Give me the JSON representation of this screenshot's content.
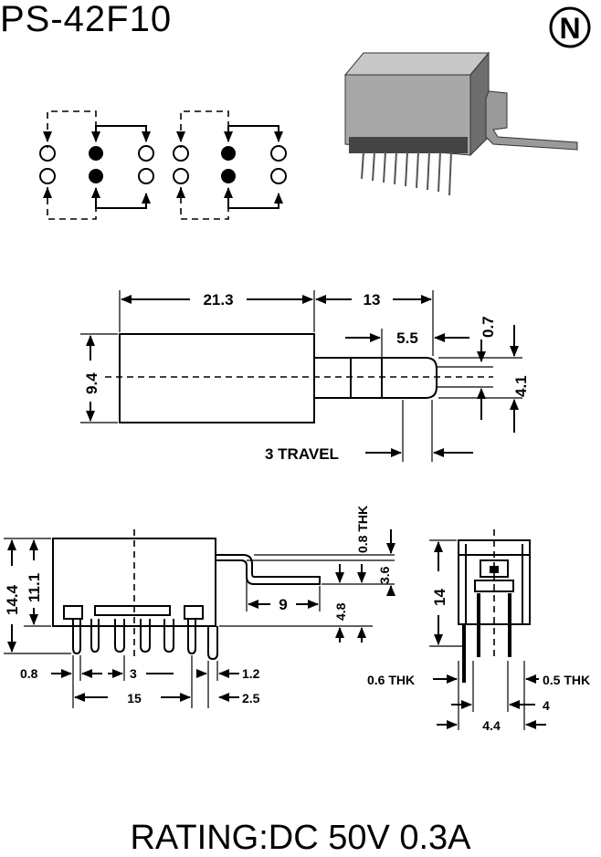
{
  "header": {
    "model": "PS-42F10",
    "logo_letter": "N"
  },
  "top_view": {
    "length": "21.3",
    "stem_length": "13",
    "stem_tip": "5.5",
    "stem_step": "0.7",
    "height": "9.4",
    "stem_height": "4.1",
    "travel": "3 TRAVEL"
  },
  "side_view": {
    "height_total": "14.4",
    "height_body": "11.1",
    "plate_thk": "0.8 THK",
    "plate_drop": "3.6",
    "plate_len": "9",
    "plate_offset": "4.8",
    "pin_width": "0.8",
    "pin_pitch": "3",
    "pin_span": "15",
    "lead_width": "1.2",
    "lead_offset": "2.5"
  },
  "end_view": {
    "height": "14",
    "thk_left": "0.6 THK",
    "thk_right": "0.5 THK",
    "row_pitch": "4",
    "row_span": "4.4"
  },
  "footer": {
    "rating": "RATING:DC 50V 0.3A"
  }
}
